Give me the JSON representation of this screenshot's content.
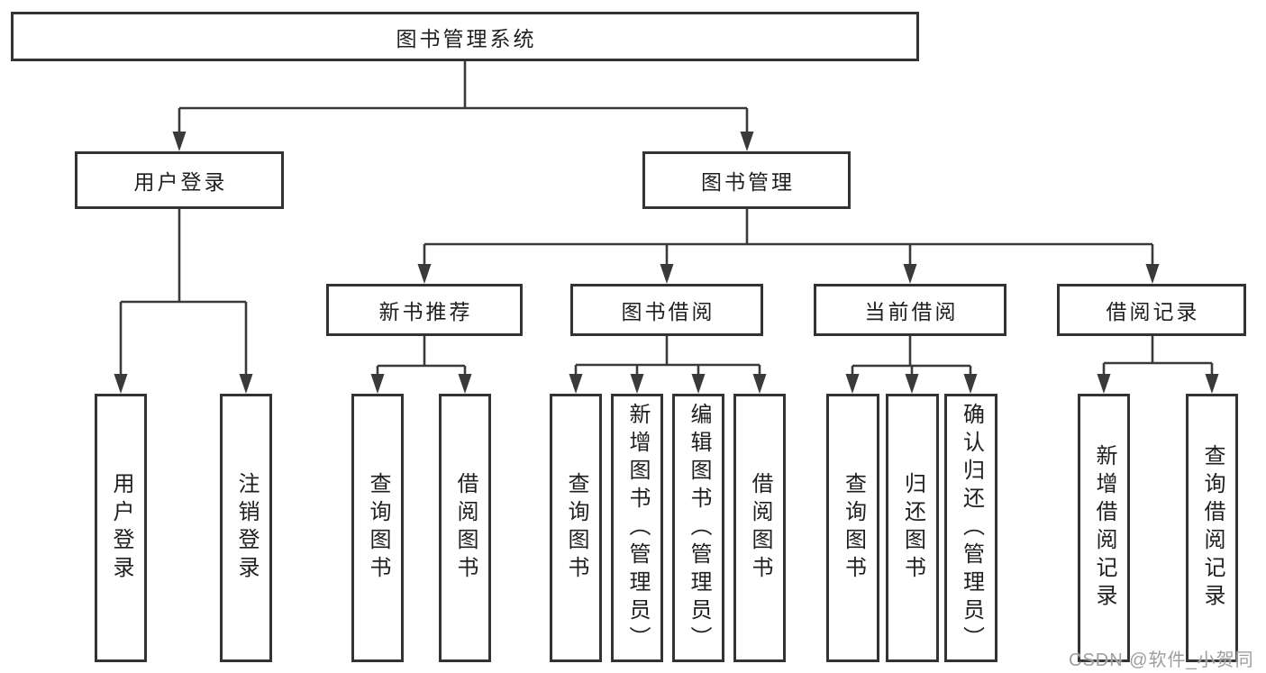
{
  "diagram": {
    "type": "hierarchy-flowchart",
    "title": "图书管理系统",
    "watermark": "CSDN @软件_小贺同学",
    "colors": {
      "line": "#3a3a3a",
      "box_border": "#333333",
      "text": "#1f1f1f",
      "watermark": "#9e9e9e",
      "background": "#ffffff"
    },
    "tree": {
      "root": "图书管理系统",
      "branches": [
        {
          "label": "用户登录",
          "children": [
            "用户登录",
            "注销登录"
          ]
        },
        {
          "label": "图书管理",
          "groups": [
            {
              "label": "新书推荐",
              "children": [
                "查询图书",
                "借阅图书"
              ]
            },
            {
              "label": "图书借阅",
              "children": [
                "查询图书",
                "新增图书（管理员）",
                "编辑图书（管理员）",
                "借阅图书"
              ]
            },
            {
              "label": "当前借阅",
              "children": [
                "查询图书",
                "归还图书",
                "确认归还（管理员）"
              ]
            },
            {
              "label": "借阅记录",
              "children": [
                "新增借阅记录",
                "查询借阅记录"
              ]
            }
          ]
        }
      ]
    }
  }
}
